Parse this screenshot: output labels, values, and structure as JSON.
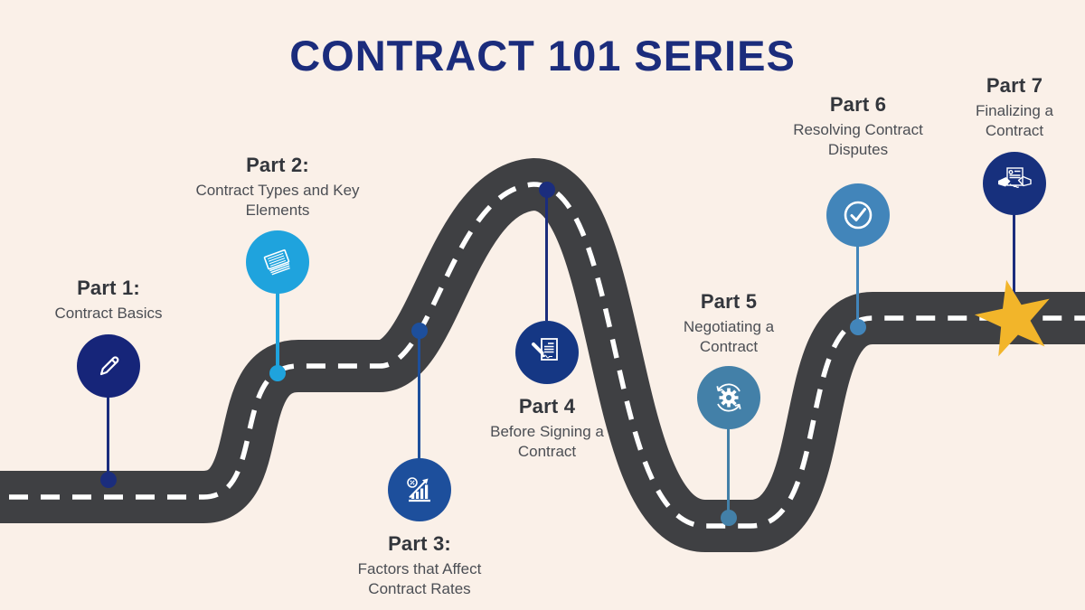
{
  "title": "CONTRACT 101 SERIES",
  "title_color": "#1b2c7c",
  "background_color": "#faf0e8",
  "road": {
    "asphalt_color": "#3f4043",
    "center_line_color": "#ffffff",
    "center_line_style": "dashed"
  },
  "finish": {
    "icon": "star-icon",
    "star_color": "#f2b52a"
  },
  "milestones": [
    {
      "heading": "Part 1:",
      "description": "Contract Basics",
      "icon": "pencil-icon",
      "circle_color": "#162579",
      "line_color": "#1b2d7d"
    },
    {
      "heading": "Part 2:",
      "description": "Contract Types and Key Elements",
      "icon": "paper-stack-icon",
      "circle_color": "#1fa3dd",
      "line_color": "#1fa3dd"
    },
    {
      "heading": "Part 3:",
      "description": "Factors that Affect Contract Rates",
      "icon": "growth-chart-icon",
      "circle_color": "#1d4f9c",
      "line_color": "#1d4f9c"
    },
    {
      "heading": "Part 4",
      "description": "Before Signing a Contract",
      "icon": "signing-document-icon",
      "circle_color": "#153784",
      "line_color": "#1b2d7d"
    },
    {
      "heading": "Part 5",
      "description": "Negotiating a Contract",
      "icon": "gear-sync-icon",
      "circle_color": "#4380a8",
      "line_color": "#4380a8"
    },
    {
      "heading": "Part 6",
      "description": "Resolving Contract Disputes",
      "icon": "checkmark-icon",
      "circle_color": "#4285ba",
      "line_color": "#4285ba"
    },
    {
      "heading": "Part 7",
      "description": "Finalizing a Contract",
      "icon": "handshake-icon",
      "circle_color": "#17307d",
      "line_color": "#1b2d7d"
    }
  ]
}
